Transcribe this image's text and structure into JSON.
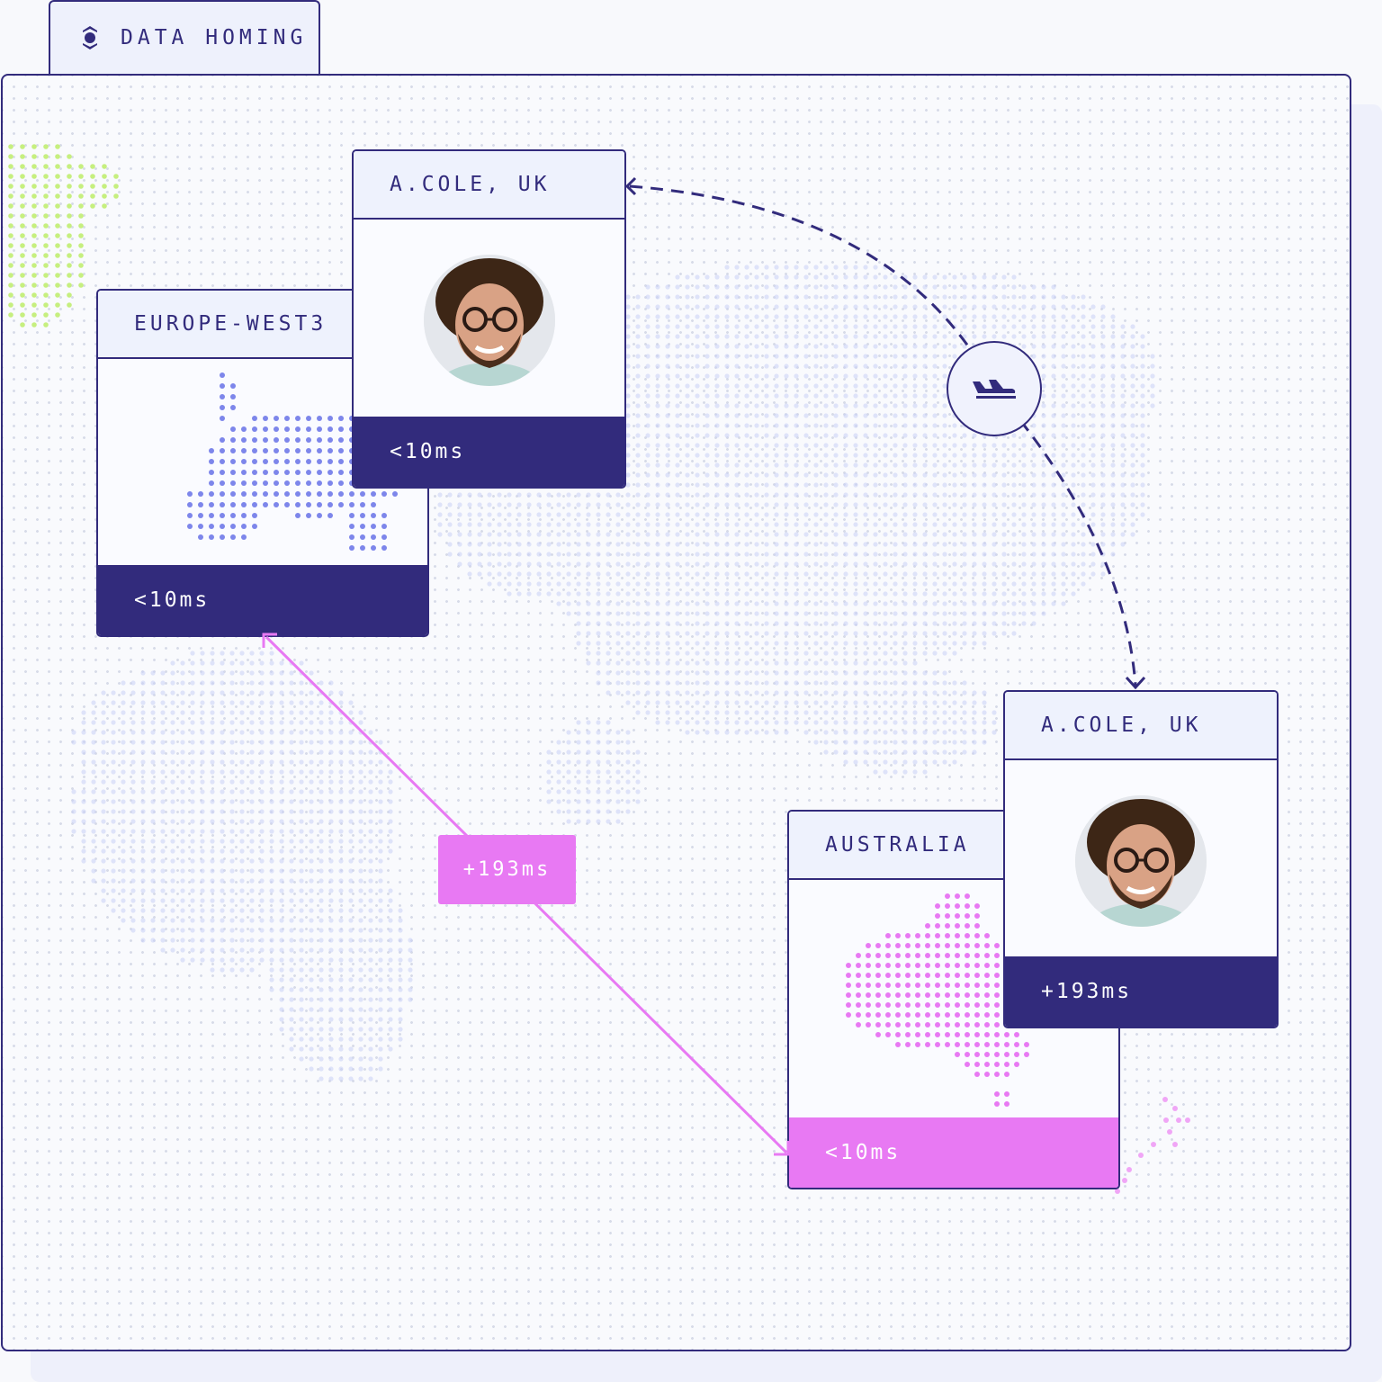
{
  "header": {
    "title": "DATA HOMING",
    "icon": "region-pin-icon"
  },
  "cards": {
    "europe": {
      "region": "EUROPE-WEST3",
      "latency": "<10ms"
    },
    "user_top": {
      "user": "A.COLE, UK",
      "latency": "<10ms"
    },
    "australia": {
      "region": "AUSTRALIA",
      "latency": "<10ms"
    },
    "user_bottom": {
      "user": "A.COLE, UK",
      "latency": "+193ms"
    }
  },
  "connectors": {
    "cross_region_latency": "+193ms",
    "transit_icon": "airplane-landing-icon"
  },
  "colors": {
    "navy": "#322b7c",
    "pink": "#e879f3",
    "lavender": "#8b93ee",
    "lime": "#c6ef7f"
  }
}
